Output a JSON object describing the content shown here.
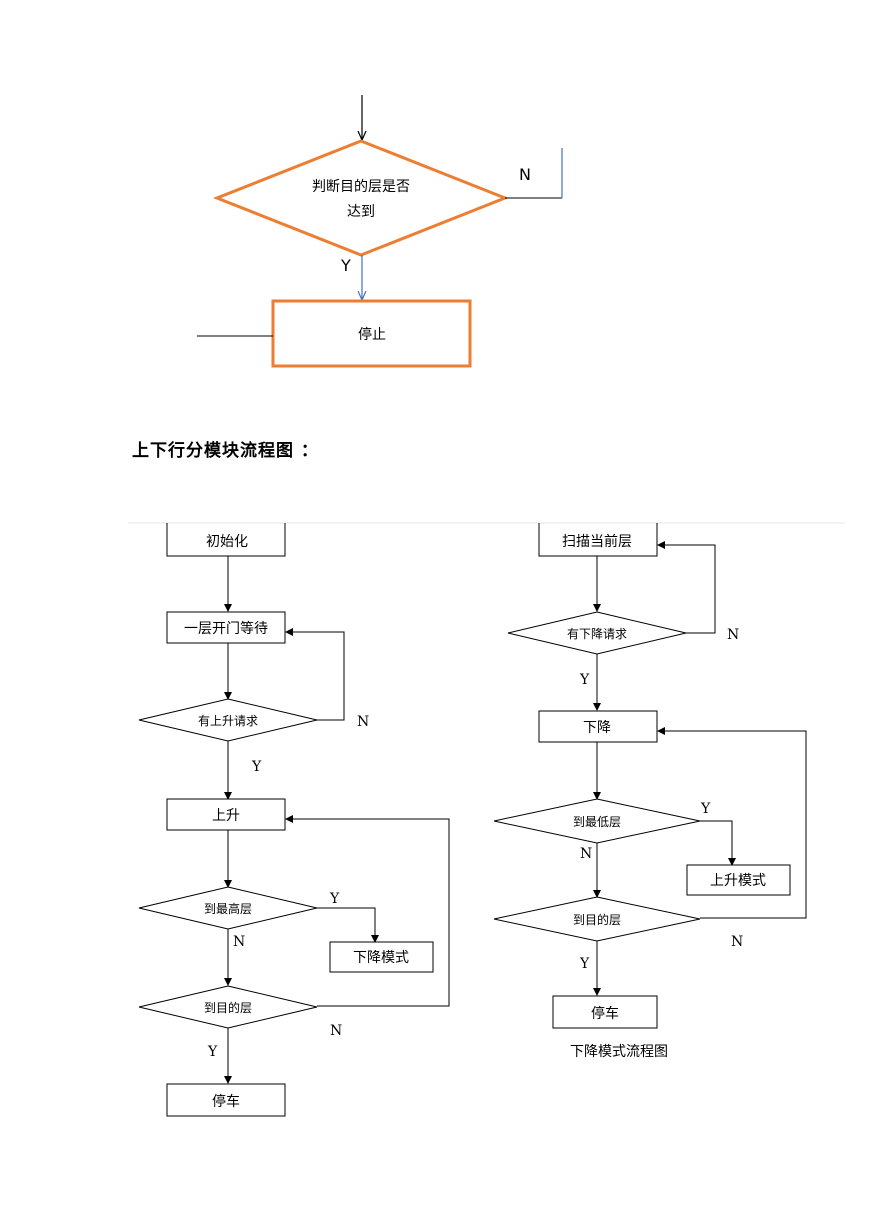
{
  "top_flow": {
    "decision": {
      "line1": "判断目的层是否",
      "line2": "达到"
    },
    "no_label": "N",
    "yes_label": "Y",
    "stop_box": "停止",
    "colors": {
      "shape_stroke": "#ed7d31",
      "arrow_blue": "#4472c4"
    }
  },
  "section_title": "上下行分模块流程图 ：",
  "up_flow": {
    "init": "初始化",
    "wait": "一层开门等待",
    "has_up_request": "有上升请求",
    "rise": "上升",
    "top_floor": "到最高层",
    "down_mode": "下降模式",
    "dest_floor": "到目的层",
    "stop_car": "停车",
    "labels": {
      "n1": "N",
      "y1": "Y",
      "y2": "Y",
      "n2": "N",
      "y3": "Y",
      "n3": "N"
    }
  },
  "down_flow": {
    "scan": "扫描当前层",
    "has_down_request": "有下降请求",
    "descend": "下降",
    "bottom_floor": "到最低层",
    "up_mode": "上升模式",
    "dest_floor": "到目的层",
    "stop_car": "停车",
    "caption": "下降模式流程图",
    "labels": {
      "n1": "N",
      "y1": "Y",
      "y2": "Y",
      "n2": "N",
      "y3": "Y",
      "n3": "N"
    }
  }
}
